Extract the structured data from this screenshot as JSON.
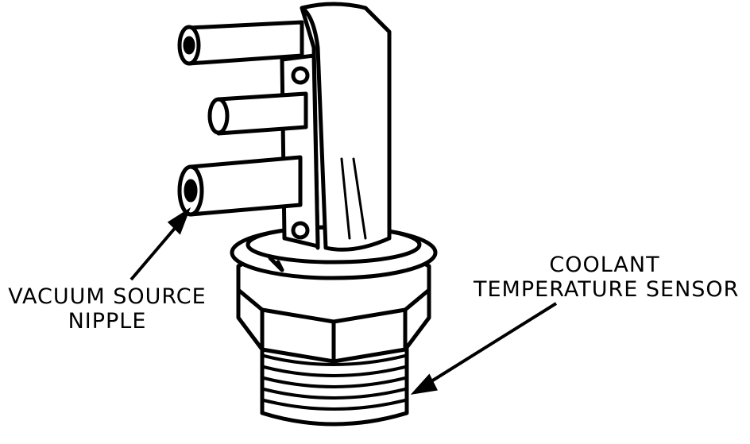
{
  "labels": {
    "vacuum_nipple": {
      "line1": "VACUUM SOURCE",
      "line2": "NIPPLE"
    },
    "coolant_sensor": {
      "line1": "COOLANT",
      "line2": "TEMPERATURE SENSOR"
    }
  },
  "colors": {
    "ink": "#000000",
    "paper": "#ffffff"
  }
}
